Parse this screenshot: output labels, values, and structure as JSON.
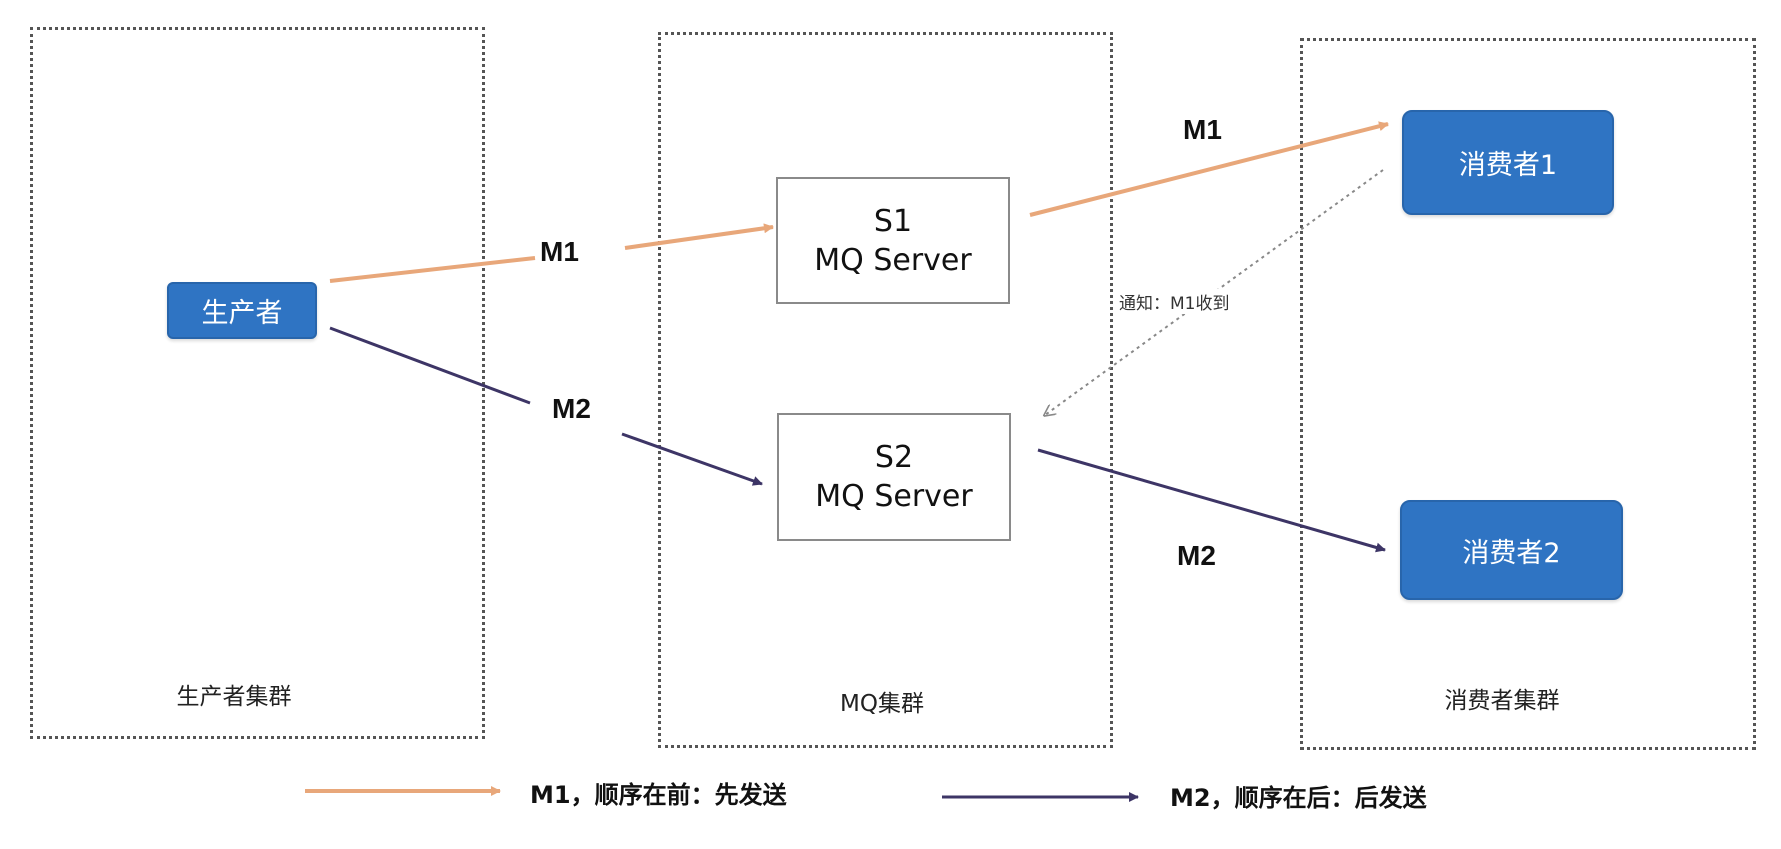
{
  "clusters": {
    "producer": {
      "label": "生产者集群"
    },
    "mq": {
      "label": "MQ集群"
    },
    "consumer": {
      "label": "消费者集群"
    }
  },
  "nodes": {
    "producer": {
      "label": "生产者"
    },
    "s1": {
      "name": "S1",
      "subtitle": "MQ Server"
    },
    "s2": {
      "name": "S2",
      "subtitle": "MQ Server"
    },
    "consumer1": {
      "label": "消费者1"
    },
    "consumer2": {
      "label": "消费者2"
    }
  },
  "edges": {
    "producer_s1": {
      "label": "M1"
    },
    "producer_s2": {
      "label": "M2"
    },
    "s1_consumer1": {
      "label": "M1"
    },
    "s2_consumer2": {
      "label": "M2"
    },
    "consumer1_s2_notify": {
      "label": "通知：M1收到"
    }
  },
  "legend": {
    "m1": {
      "text": "M1，顺序在前：先发送"
    },
    "m2": {
      "text": "M2，顺序在后：后发送"
    }
  },
  "colors": {
    "m1_arrow": "#e8a77a",
    "m2_arrow": "#3d3566",
    "notify_arrow": "#888888",
    "actor_fill": "#2f74c3"
  }
}
